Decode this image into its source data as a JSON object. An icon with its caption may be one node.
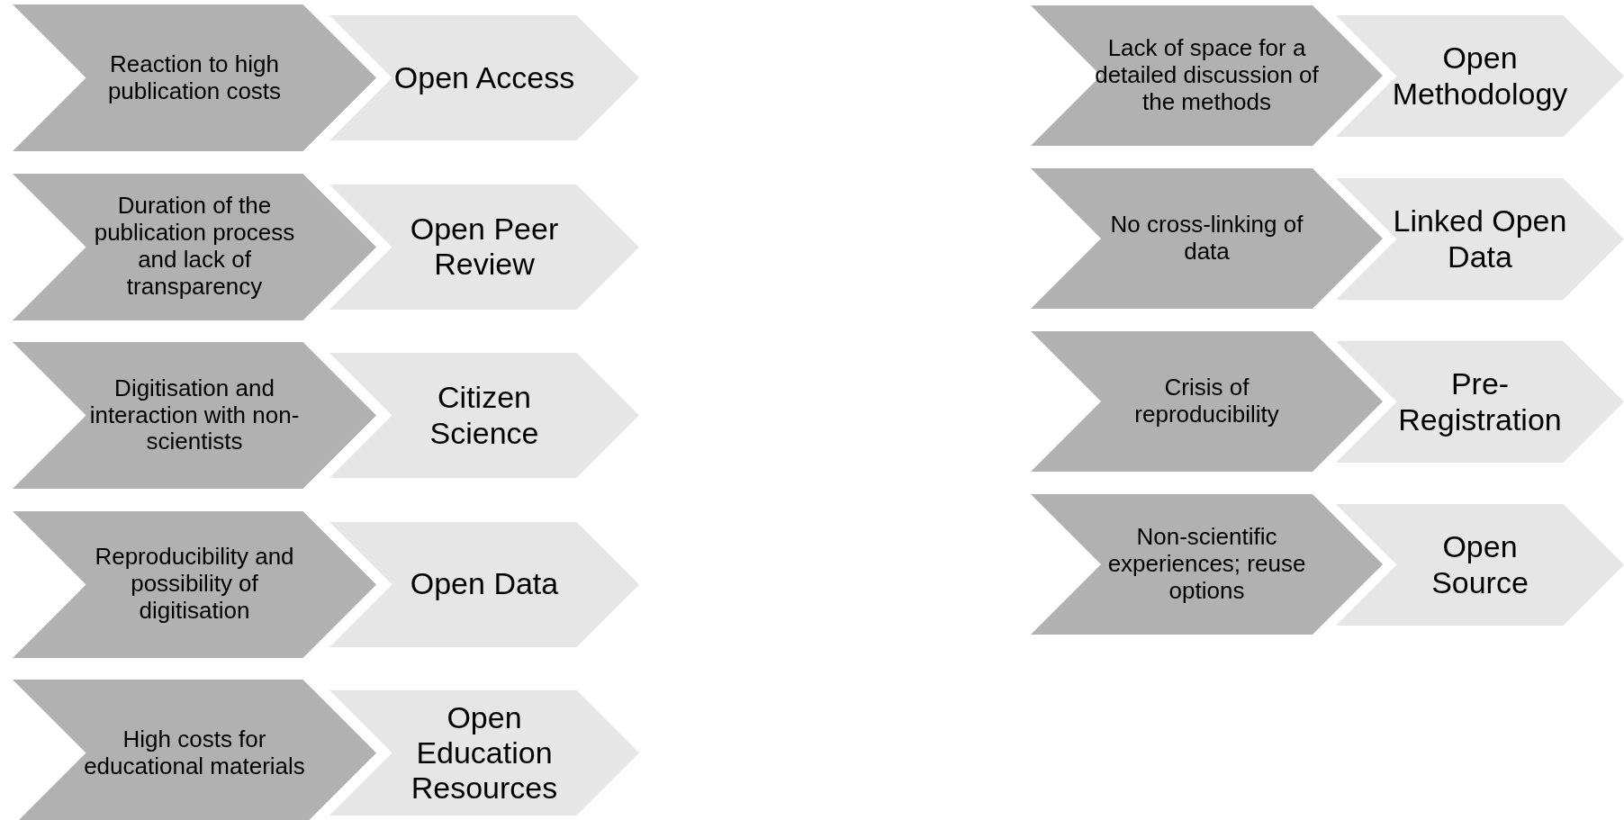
{
  "diagram": {
    "nodes": [
      {
        "text": [
          "Reaction to high publication costs"
        ]
      },
      {
        "text": [
          "Open Access"
        ]
      },
      {
        "text": [
          "Duration of the publication process and lack of transparency"
        ]
      },
      {
        "text": [
          "Open Peer Review"
        ]
      },
      {
        "text": [
          "Digitisation and interaction with non-scientists"
        ]
      },
      {
        "text": [
          "Citizen Science"
        ]
      },
      {
        "text": [
          "Reproducibility and possibility of digitisation"
        ]
      },
      {
        "text": [
          "Open Data"
        ]
      },
      {
        "text": [
          "High costs for educational materials"
        ]
      },
      {
        "text": [
          "Open Education Resources"
        ]
      },
      {
        "text": [
          "Lack of space for a detailed discussion of the methods"
        ]
      },
      {
        "text": [
          "Open Methodology"
        ]
      },
      {
        "text": [
          "No cross-linking of data"
        ]
      },
      {
        "text": [
          "Linked Open Data"
        ]
      },
      {
        "text": [
          "Crisis of reproducibility"
        ]
      },
      {
        "text": [
          "Pre-Registration"
        ]
      },
      {
        "text": [
          "Non-scientific experiences; reuse options"
        ]
      },
      {
        "text": [
          "Open Source"
        ]
      }
    ],
    "edges": []
  }
}
